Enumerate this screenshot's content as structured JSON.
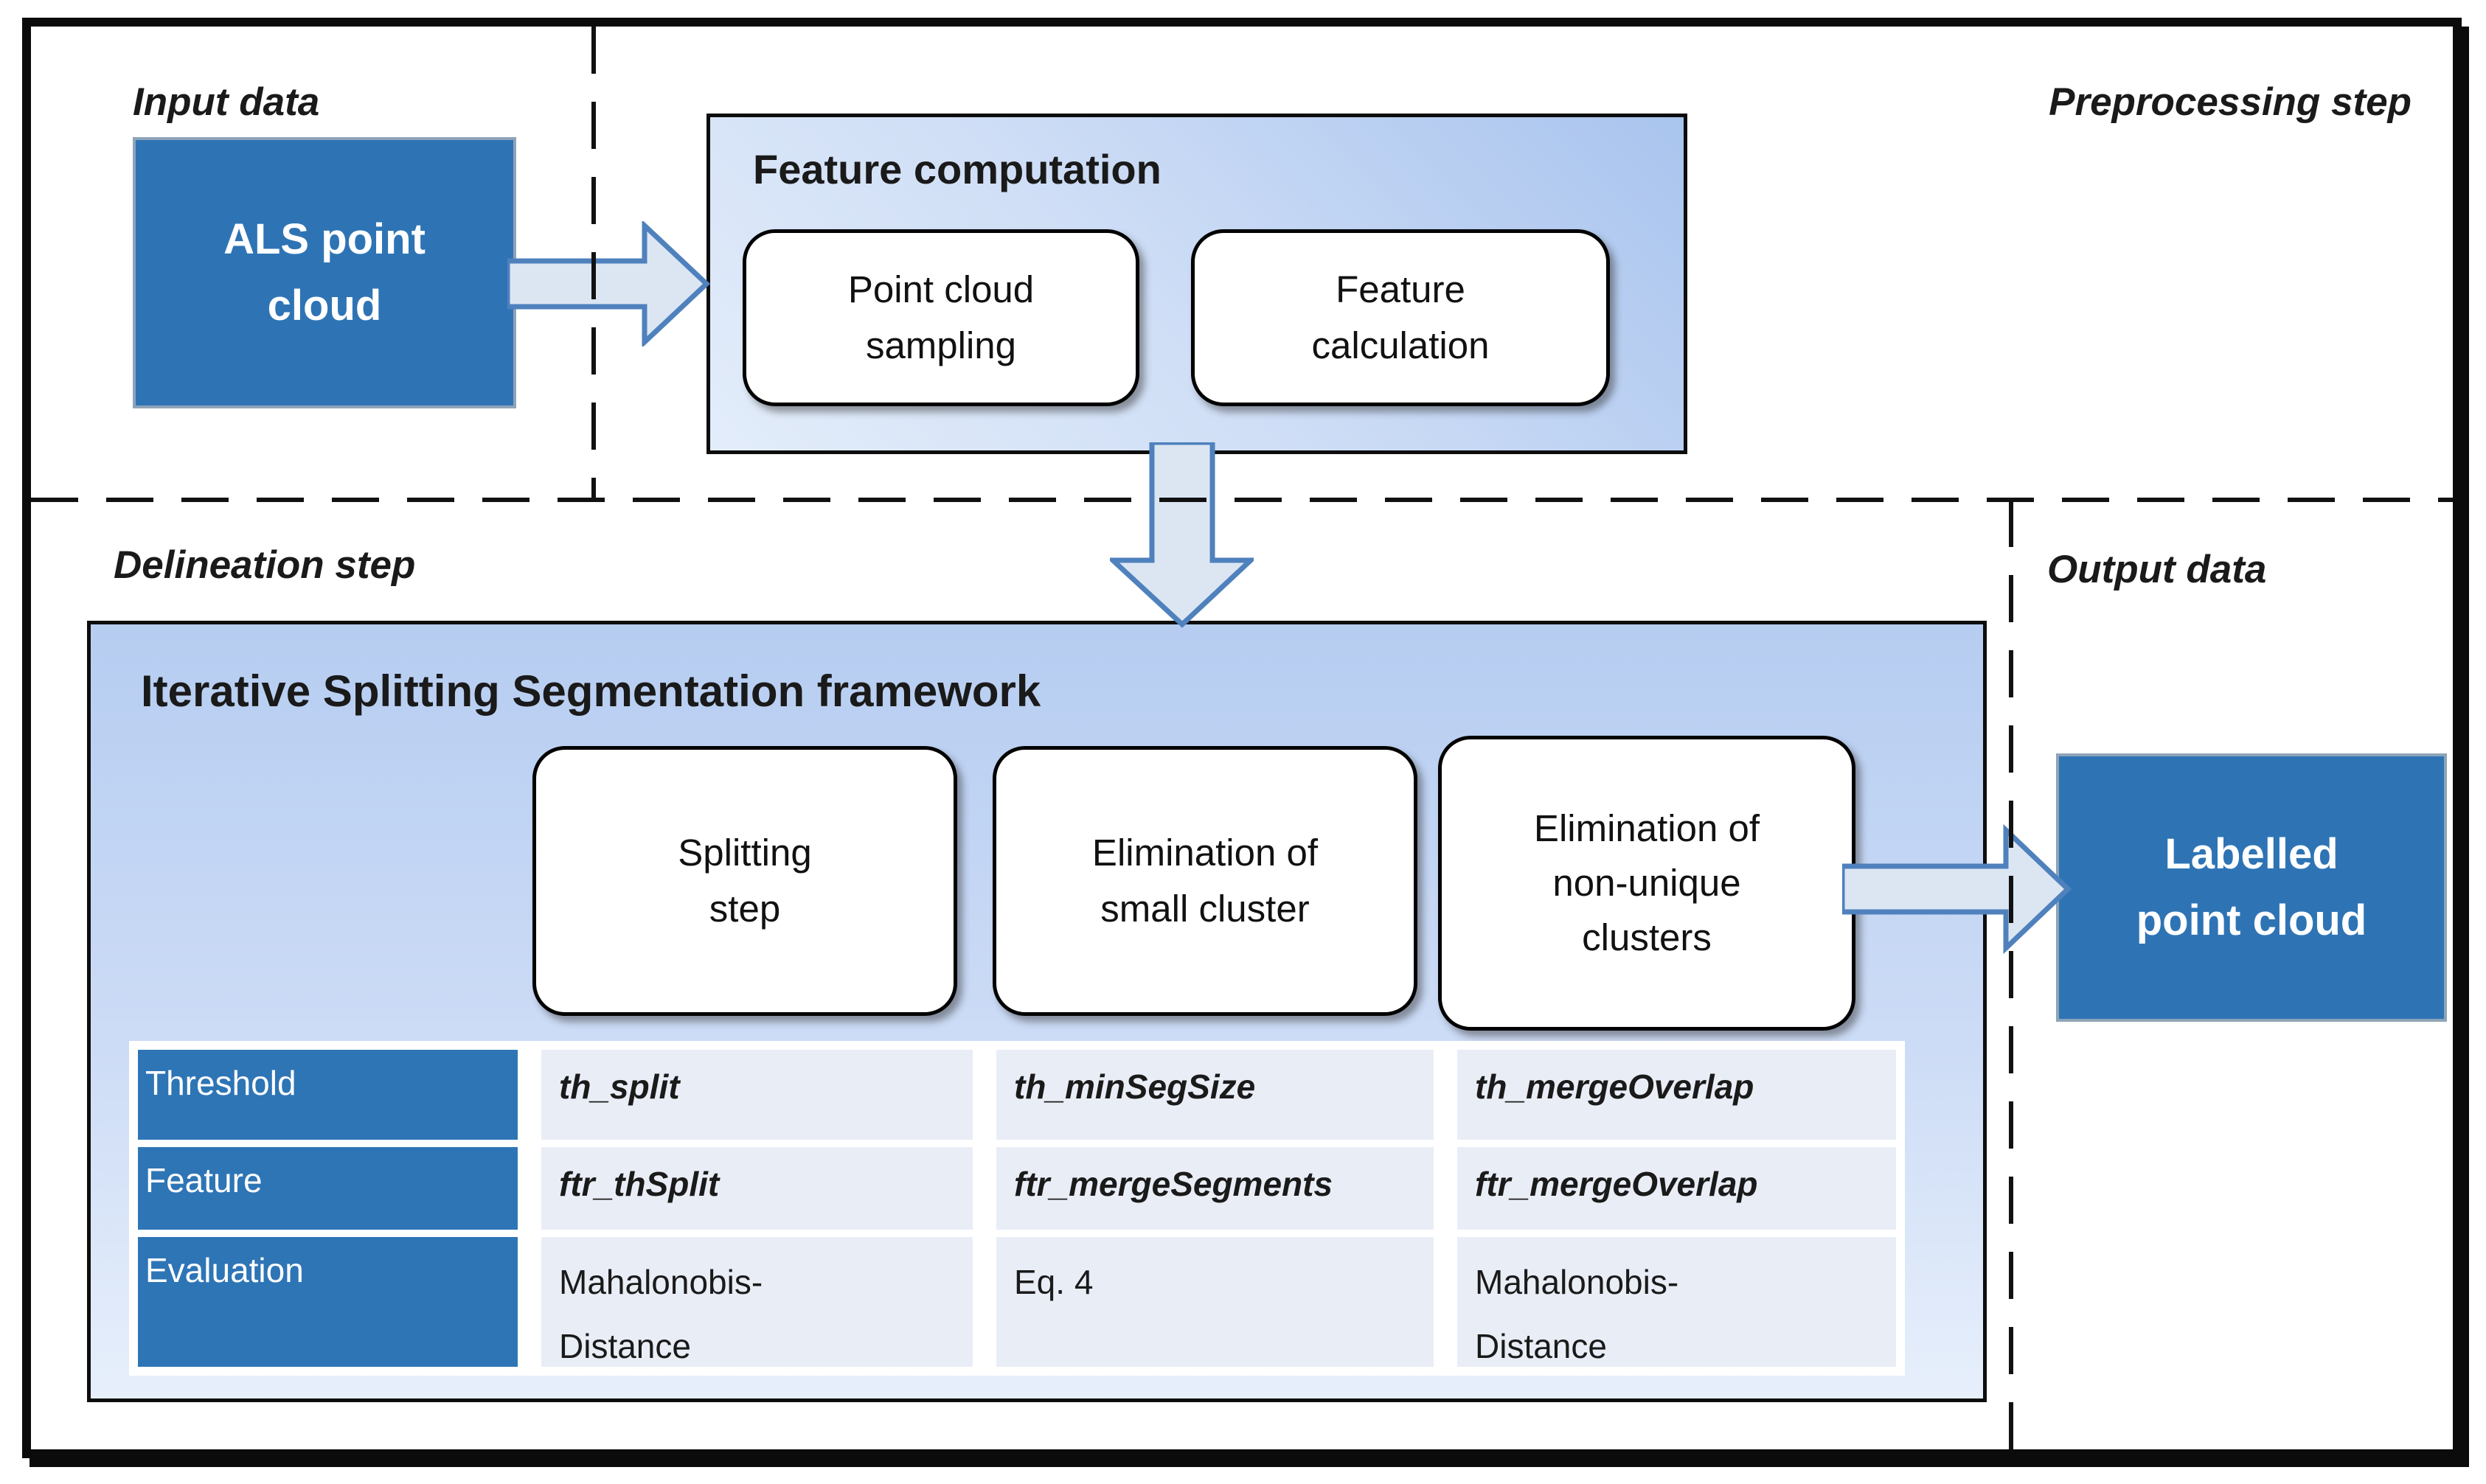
{
  "regions": {
    "input_label": "Input data",
    "preprocessing_label": "Preprocessing step",
    "delineation_label": "Delineation step",
    "output_label": "Output data"
  },
  "nodes": {
    "als": "ALS point\ncloud",
    "labelled": "Labelled\npoint cloud"
  },
  "preprocessing": {
    "title": "Feature computation",
    "steps": [
      "Point cloud\nsampling",
      "Feature\ncalculation"
    ]
  },
  "framework": {
    "title": "Iterative Splitting Segmentation framework",
    "steps": [
      "Splitting\nstep",
      "Elimination of\nsmall cluster",
      "Elimination of\nnon-unique\nclusters"
    ]
  },
  "table": {
    "rows": [
      {
        "label": "Threshold",
        "values": [
          "th_split",
          "th_minSegSize",
          "th_mergeOverlap"
        ]
      },
      {
        "label": "Feature",
        "values": [
          "ftr_thSplit",
          "ftr_mergeSegments",
          "ftr_mergeOverlap"
        ]
      },
      {
        "label": "Evaluation",
        "values": [
          "Mahalonobis-\nDistance",
          "Eq. 4",
          "Mahalonobis-\nDistance"
        ]
      }
    ]
  },
  "colors": {
    "accent_blue": "#2E74B5",
    "table_header_bg": "#2E75B6",
    "table_cell_bg": "#E9EDF6",
    "panel_gradient_top": "#A9C4EE",
    "panel_gradient_bottom": "#E7EFFB",
    "arrow_fill": "#DCE6F3",
    "arrow_stroke": "#4F81BD",
    "border_black": "#0B0B0B"
  }
}
